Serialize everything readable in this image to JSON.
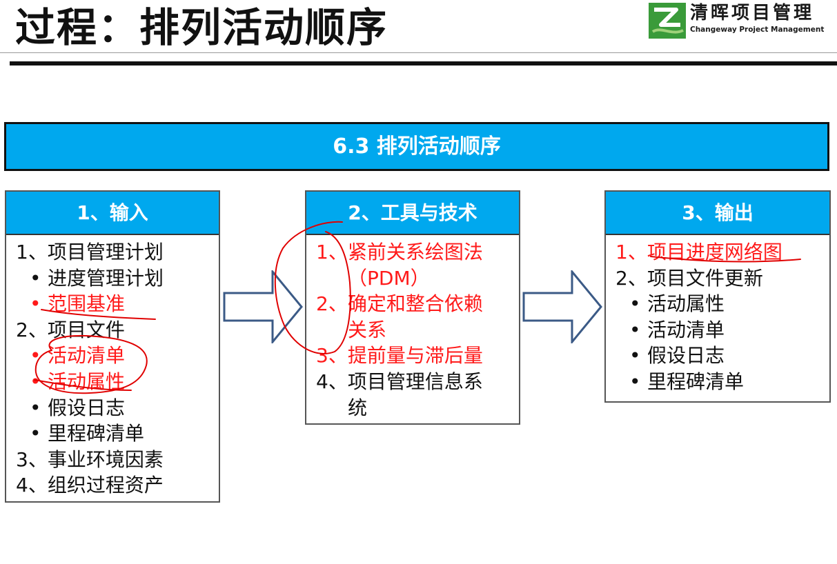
{
  "slide": {
    "title": "过程：排列活动顺序",
    "logo": {
      "name_cn": "清晖项目管理",
      "name_en": "Changeway Project Management",
      "mark_icon": "changeway-logo-mark",
      "colors": {
        "green": "#3a9b3a",
        "light_green": "#9fd27a"
      }
    },
    "banner": "6.3 排列活动顺序",
    "colors": {
      "accent_blue": "#00a8ee",
      "highlight_red": "#ff1a1a",
      "annotation_red": "#e00000"
    },
    "inputs": {
      "title": "1、输入",
      "items": [
        "1、项目管理计划",
        "进度管理计划",
        "范围基准",
        "2、项目文件",
        "活动清单",
        "活动属性",
        "假设日志",
        "里程碑清单",
        "3、事业环境因素",
        "4、组织过程资产"
      ]
    },
    "tools": {
      "title": "2、工具与技术",
      "items": [
        "1、紧前关系绘图法",
        "（PDM）",
        "2、确定和整合依赖",
        "关系",
        "3、提前量与滞后量",
        "4、项目管理信息系",
        "统"
      ]
    },
    "outputs": {
      "title": "3、输出",
      "items": [
        "1、项目进度网络图",
        "2、项目文件更新",
        "活动属性",
        "活动清单",
        "假设日志",
        "里程碑清单"
      ]
    },
    "arrows": [
      "right-arrow-icon",
      "right-arrow-icon"
    ],
    "bullet_char": "•"
  }
}
